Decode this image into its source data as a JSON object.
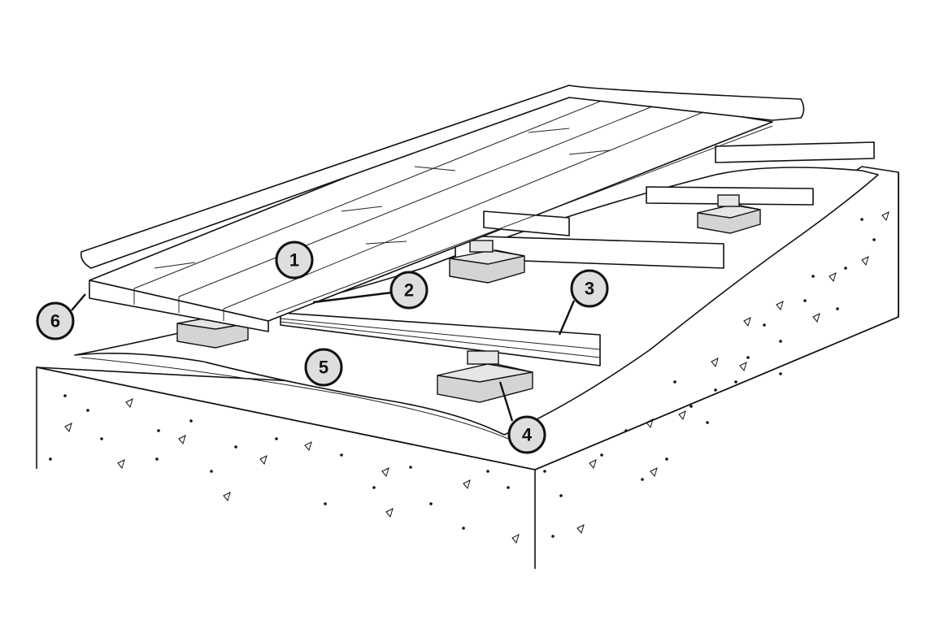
{
  "diagram": {
    "callouts": [
      {
        "id": "1",
        "label": "1"
      },
      {
        "id": "2",
        "label": "2"
      },
      {
        "id": "3",
        "label": "3"
      },
      {
        "id": "4",
        "label": "4"
      },
      {
        "id": "5",
        "label": "5"
      },
      {
        "id": "6",
        "label": "6"
      }
    ],
    "colors": {
      "line": "#111111",
      "callout_fill": "#dedede",
      "pad_fill": "#d4d4d4"
    }
  }
}
